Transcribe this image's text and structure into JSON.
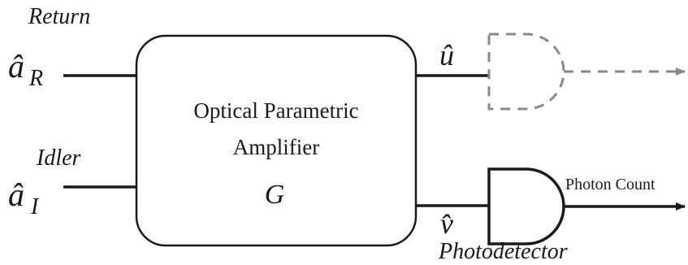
{
  "labels": {
    "return": "Return",
    "idler": "Idler",
    "input_return_symbol": "â",
    "input_return_sub": "R",
    "input_idler_symbol": "â",
    "input_idler_sub": "I",
    "opa_line1": "Optical Parametric",
    "opa_line2": "Amplifier",
    "gain": "G",
    "output_u": "û",
    "output_v": "v̂",
    "photon_count": "Photon Count",
    "photodetector": "Photodetector"
  },
  "colors": {
    "stroke": "#1a1a1a",
    "dashed": "#888888",
    "box_fill": "#ffffff"
  }
}
